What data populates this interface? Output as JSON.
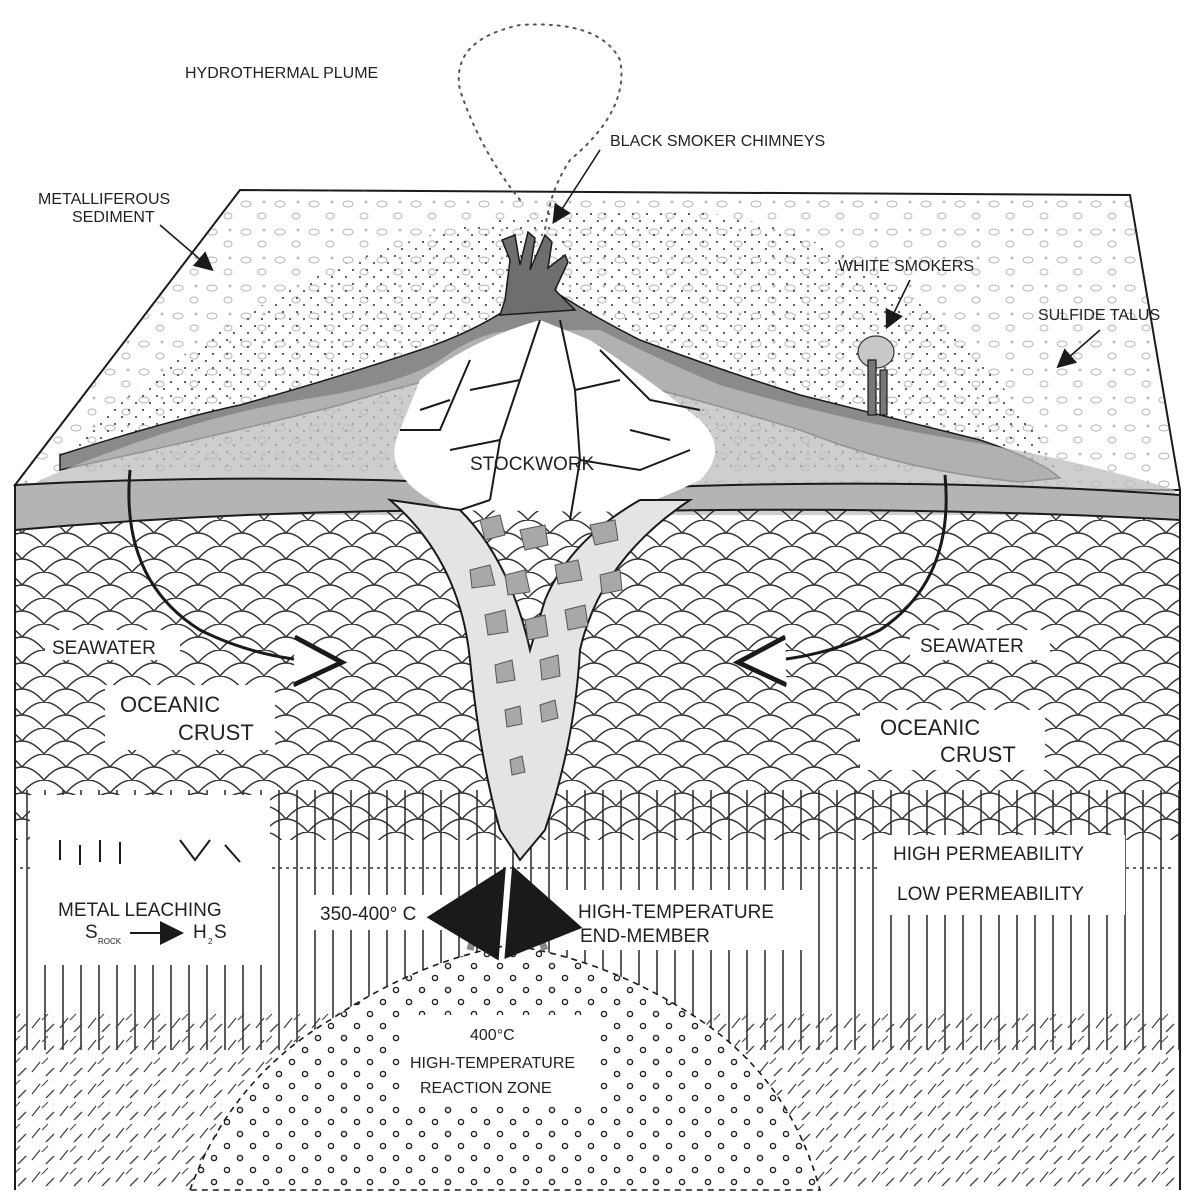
{
  "labels": {
    "hydrothermal_plume": "HYDROTHERMAL PLUME",
    "black_smoker_chimneys": "BLACK SMOKER CHIMNEYS",
    "metalliferous_sediment_1": "METALLIFEROUS",
    "metalliferous_sediment_2": "SEDIMENT",
    "white_smokers": "WHITE SMOKERS",
    "sulfide_talus": "SULFIDE TALUS",
    "stockwork": "STOCKWORK",
    "seawater_left": "SEAWATER",
    "seawater_right": "SEAWATER",
    "oceanic_left_1": "OCEANIC",
    "oceanic_left_2": "CRUST",
    "oceanic_right_1": "OCEANIC",
    "oceanic_right_2": "CRUST",
    "high_permeability": "HIGH PERMEABILITY",
    "low_permeability": "LOW PERMEABILITY",
    "metal_leaching": "METAL LEACHING",
    "s_rock_main": "S",
    "s_rock_sub": "ROCK",
    "h2s_h": "H",
    "h2s_sub": "2",
    "h2s_s": "S",
    "temp_range": "350-400° C",
    "end_member_1": "HIGH-TEMPERATURE",
    "end_member_2": "END-MEMBER",
    "reaction_temp": "400°C",
    "reaction_1": "HIGH-TEMPERATURE",
    "reaction_2": "REACTION ZONE"
  },
  "colors": {
    "line": "#1a1a1a",
    "massive_sulfide": "#8a8a8a",
    "alteration": "#bdbdbd",
    "clasts": "#a8a8a8",
    "paper": "#ffffff"
  }
}
